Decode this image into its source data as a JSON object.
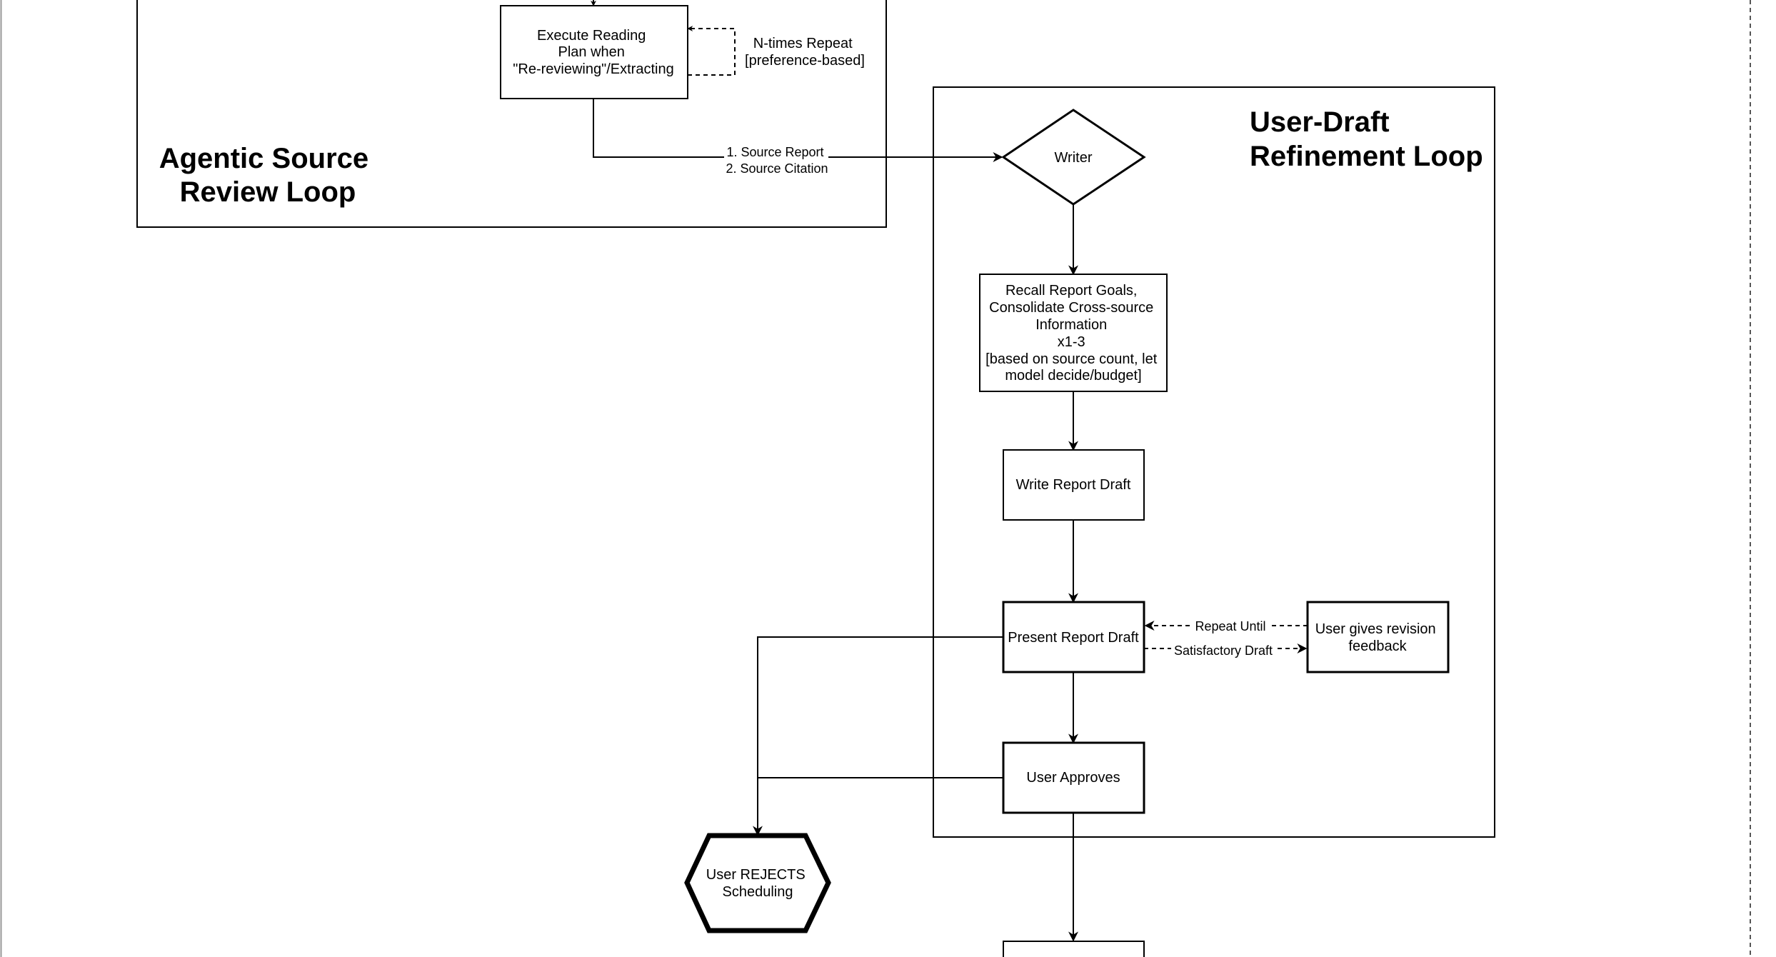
{
  "loops": {
    "agentic_source_review": {
      "title_lines": [
        "Agentic Source",
        "Review Loop"
      ]
    },
    "user_draft_refinement": {
      "title_lines": [
        "User-Draft",
        "Refinement Loop"
      ]
    }
  },
  "nodes": {
    "execute_reading_plan": {
      "lines": [
        "Execute Reading",
        "Plan when",
        "\"Re-reviewing\"/Extracting"
      ]
    },
    "writer": {
      "label": "Writer"
    },
    "recall_report_goals": {
      "lines": [
        "Recall Report Goals,",
        "Consolidate Cross-source",
        "Information",
        "x1-3",
        "[based on source count, let",
        "model decide/budget]"
      ]
    },
    "write_report_draft": {
      "label": "Write Report Draft"
    },
    "present_report_draft": {
      "label": "Present Report Draft"
    },
    "user_gives_revision_feedback": {
      "lines": [
        "User gives revision",
        "feedback"
      ]
    },
    "user_approves": {
      "label": "User Approves"
    },
    "user_rejects_scheduling": {
      "lines": [
        "User REJECTS",
        "Scheduling"
      ]
    }
  },
  "edges": {
    "n_times_repeat": {
      "lines": [
        "N-times Repeat",
        "[preference-based]"
      ]
    },
    "source_outputs": {
      "lines": [
        "1. Source Report",
        "2. Source Citation"
      ]
    },
    "repeat_until": {
      "label": "Repeat Until"
    },
    "satisfactory_draft": {
      "label": "Satisfactory Draft"
    }
  }
}
